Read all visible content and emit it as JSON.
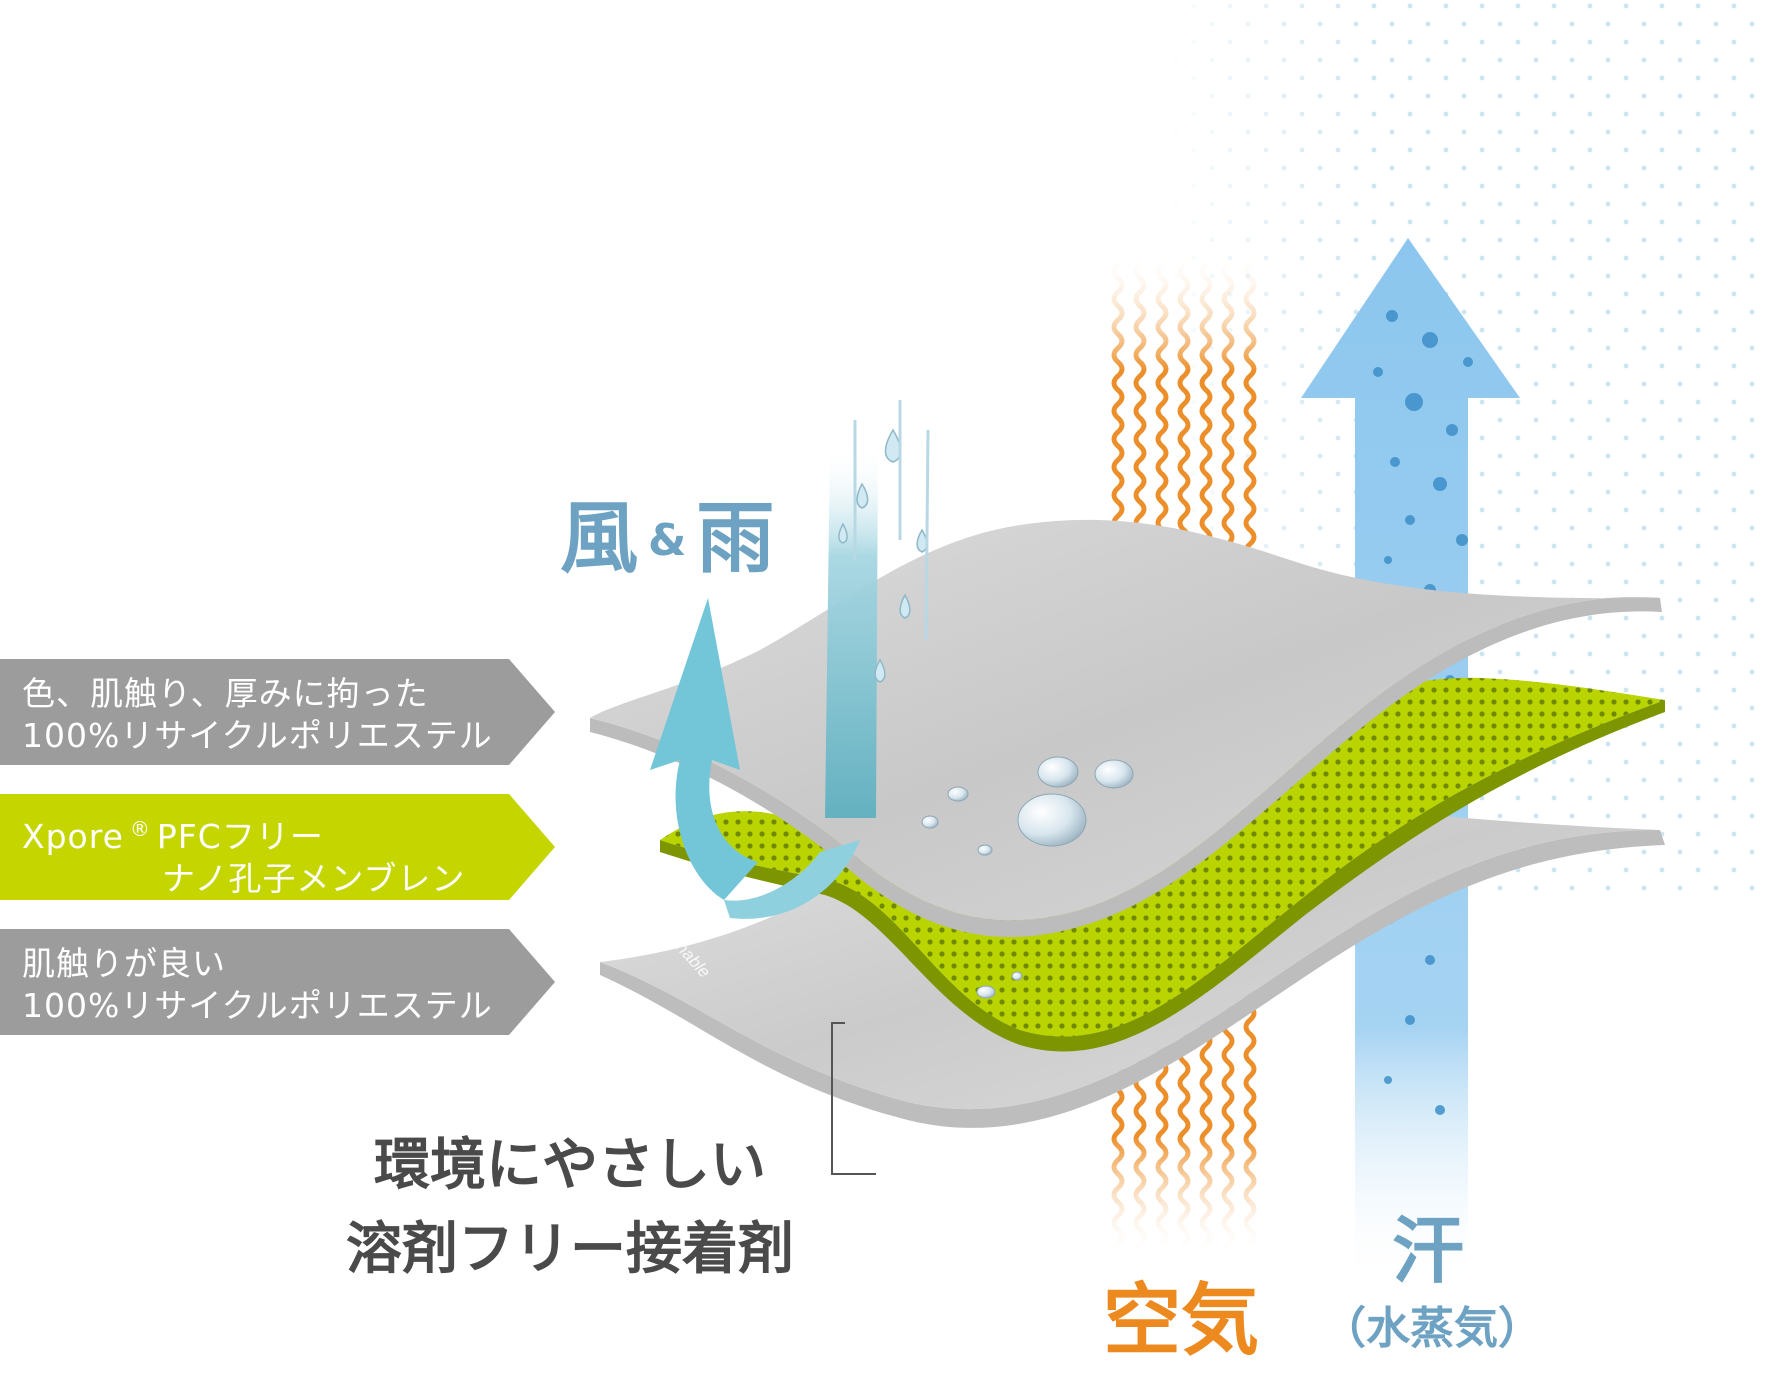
{
  "layers": [
    {
      "line1": "色、肌触り、厚みに拘った",
      "line2": "100%リサイクルポリエステル",
      "color": "#9c9c9c"
    },
    {
      "line1_a": "Xpore",
      "line1_reg": "®",
      "line1_b": "PFCフリー",
      "line2": "ナノ孔子メンブレン",
      "color": "#c5d500"
    },
    {
      "line1": "肌触りが良い",
      "line2": "100%リサイクルポリエステル",
      "color": "#9c9c9c"
    }
  ],
  "labels": {
    "wind": "風",
    "amp": "&",
    "rain": "雨",
    "adhesive_line1": "環境にやさしい",
    "adhesive_line2": "溶剤フリー接着剤",
    "air": "空気",
    "sweat": "汗",
    "sweat_sub": "（水蒸気）",
    "membrane_print": "Waterproof & Breathable"
  },
  "colors": {
    "fabric": "#cfcfcf",
    "membrane": "#b9d400",
    "wind_rain": "#6da2c2",
    "air": "#ec8a1f",
    "sweat": "#86c2ea",
    "dots": "#bcdcec"
  }
}
